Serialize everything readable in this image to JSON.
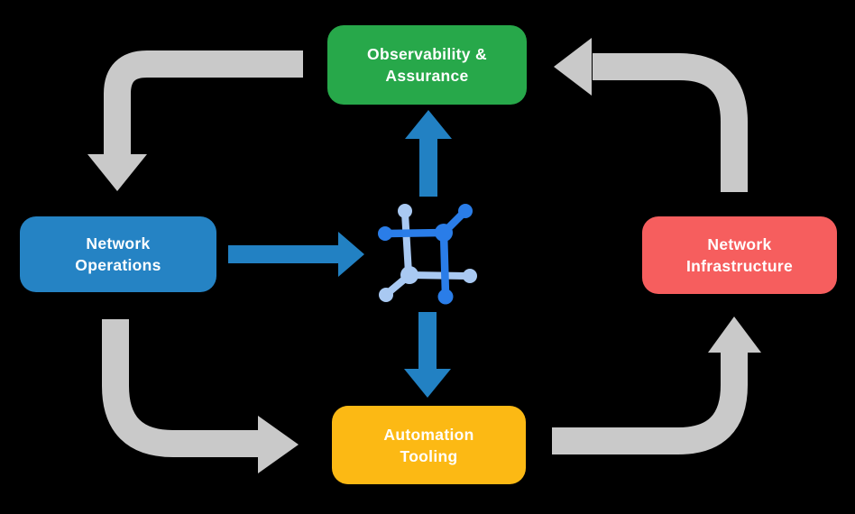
{
  "colors": {
    "background": "#000000",
    "text": "#ffffff",
    "node_green": "#27a84a",
    "node_blue": "#2583c4",
    "node_red": "#f65e5e",
    "node_yellow": "#fcb914",
    "cycle_arrow_gray": "#c9c9c9",
    "hub_arrow_blue": "#2281c3",
    "icon_dark_blue": "#2a7de8",
    "icon_light_blue": "#a9c9f2"
  },
  "nodes": {
    "observability": {
      "line1": "Observability &",
      "line2": "Assurance",
      "color": "#27a84a"
    },
    "operations": {
      "line1": "Network",
      "line2": "Operations",
      "color": "#2583c4"
    },
    "infrastructure": {
      "line1": "Network",
      "line2": "Infrastructure",
      "color": "#f65e5e"
    },
    "tooling": {
      "line1": "Automation",
      "line2": "Tooling",
      "color": "#fcb914"
    }
  },
  "flows": {
    "cycle": [
      {
        "from": "Observability & Assurance",
        "to": "Network Operations"
      },
      {
        "from": "Network Operations",
        "to": "Automation Tooling"
      },
      {
        "from": "Automation Tooling",
        "to": "Network Infrastructure"
      },
      {
        "from": "Network Infrastructure",
        "to": "Observability & Assurance"
      }
    ],
    "hub": [
      {
        "from": "Network Operations",
        "to": "network-hub"
      },
      {
        "from": "network-hub",
        "to": "Observability & Assurance"
      },
      {
        "from": "network-hub",
        "to": "Automation Tooling"
      }
    ]
  },
  "icons": {
    "hub": "network-mesh-icon"
  }
}
